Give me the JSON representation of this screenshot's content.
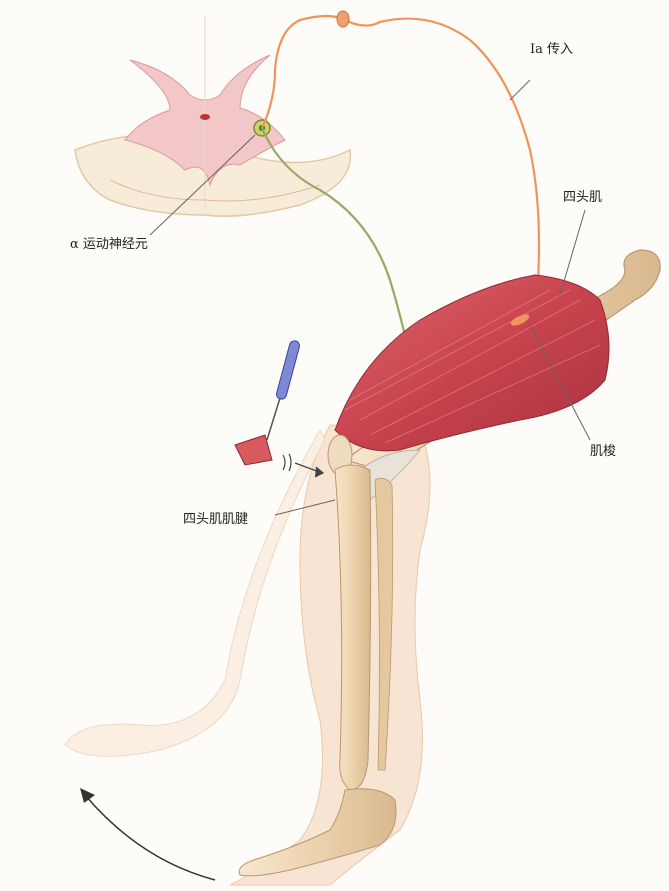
{
  "labels": {
    "ia_afferent": "Ia 传入",
    "quadriceps": "四头肌",
    "alpha_motor_neuron": "α 运动神经元",
    "muscle_spindle": "肌梭",
    "quadriceps_tendon": "四头肌肌腱"
  },
  "colors": {
    "afferent_fiber": "#f2935a",
    "efferent_fiber": "#9aa86a",
    "muscle": "#c8434e",
    "bone": "#ecd2ae",
    "skin": "#f6dcc6",
    "spinal_gray": "#f3c7c7",
    "hammer_handle": "#7e88d4",
    "hammer_head": "#d85a5e"
  }
}
